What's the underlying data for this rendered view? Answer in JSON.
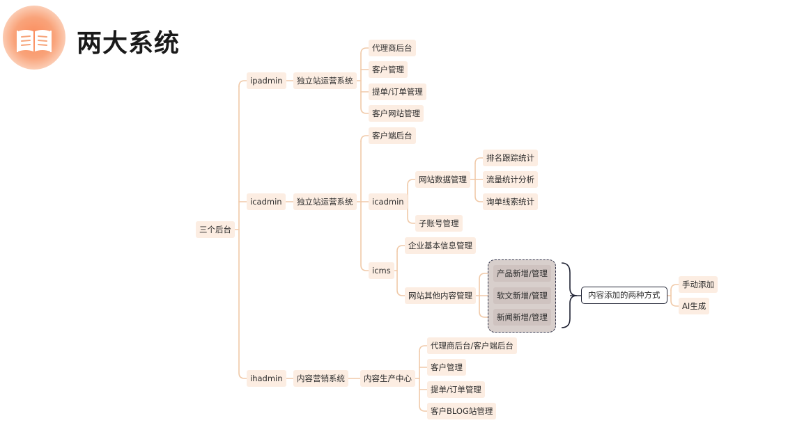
{
  "header": {
    "title": "两大系统",
    "logo_icon": "open-book-icon",
    "accent_color": "#fb8a5a"
  },
  "mindmap": {
    "root": "三个后台",
    "ipadmin": {
      "label": "ipadmin",
      "system": "独立站运营系统",
      "children": [
        "代理商后台",
        "客户管理",
        "提单/订单管理",
        "客户网站管理"
      ]
    },
    "icadmin": {
      "label": "icadmin",
      "system": "独立站运营系统",
      "client_backend": "客户端后台",
      "sub": "icadmin",
      "site_data": "网站数据管理",
      "site_data_children": [
        "排名跟踪统计",
        "流量统计分析",
        "询单线索统计"
      ],
      "sub_account": "子账号管理",
      "icms": "icms",
      "company_info": "企业基本信息管理",
      "other_content": "网站其他内容管理",
      "content_items": [
        "产品新增/管理",
        "软文新增/管理",
        "新闻新增/管理"
      ],
      "add_methods": "内容添加的两种方式",
      "methods": [
        "手动添加",
        "AI生成"
      ]
    },
    "ihadmin": {
      "label": "ihadmin",
      "system": "内容营销系统",
      "center": "内容生产中心",
      "children": [
        "代理商后台/客户端后台",
        "客户管理",
        "提单/订单管理",
        "客户BLOG站管理"
      ]
    },
    "colors": {
      "node_fill": "#fcede2",
      "connector": "#f0c9a8",
      "selected_fill": "#cfc3c0",
      "dark_outline": "#1f2233"
    }
  }
}
